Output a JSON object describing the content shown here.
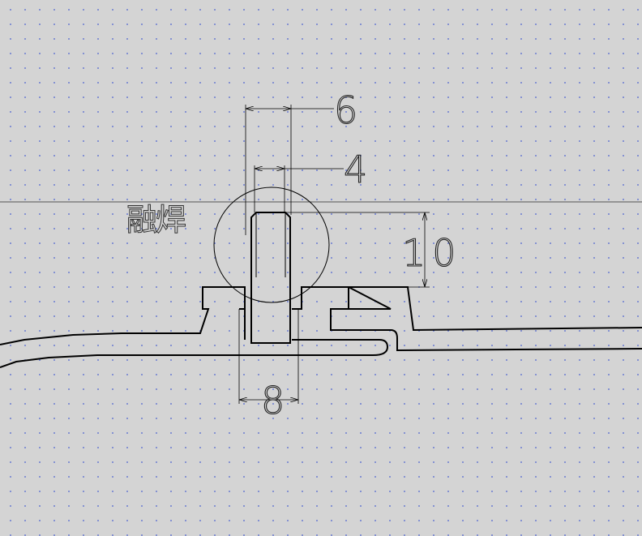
{
  "annotation": {
    "weld_label": "融焊"
  },
  "dimensions": {
    "outer_width": "6",
    "inner_width": "4",
    "height": "10",
    "base_width": "8"
  },
  "colors": {
    "background": "#d4d4d4",
    "grid_dot": "#5b6fd0",
    "stroke": "#000000"
  }
}
